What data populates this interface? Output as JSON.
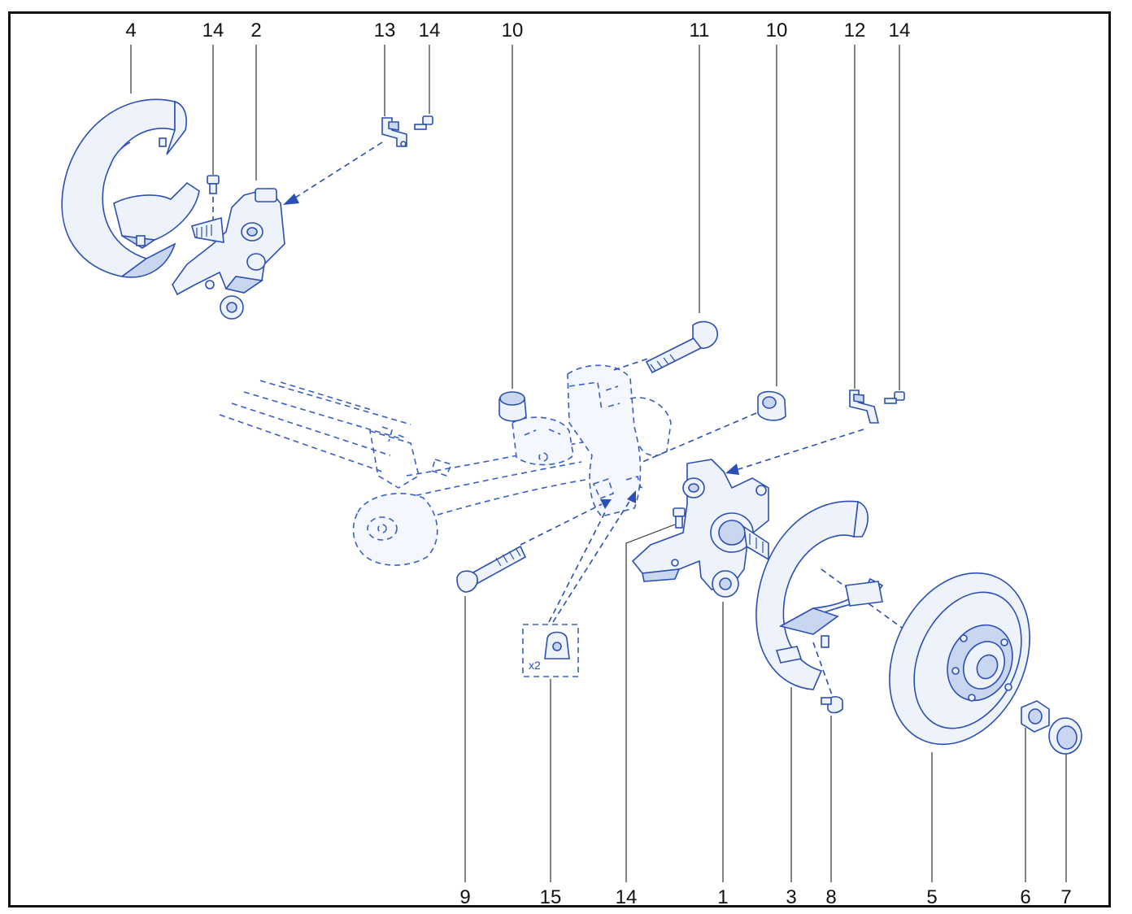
{
  "callouts": {
    "c4": "4",
    "c14a": "14",
    "c2": "2",
    "c13": "13",
    "c14b": "14",
    "c10a": "10",
    "c11": "11",
    "c10b": "10",
    "c12": "12",
    "c14c": "14",
    "c9": "9",
    "c15": "15",
    "c14d": "14",
    "c1": "1",
    "c3": "3",
    "c8": "8",
    "c5": "5",
    "c6": "6",
    "c7": "7"
  },
  "quantity_box": {
    "label": "x2"
  },
  "colors": {
    "line": "#2b4fb3",
    "frame": "#111111",
    "fill": "#eef3fb"
  }
}
